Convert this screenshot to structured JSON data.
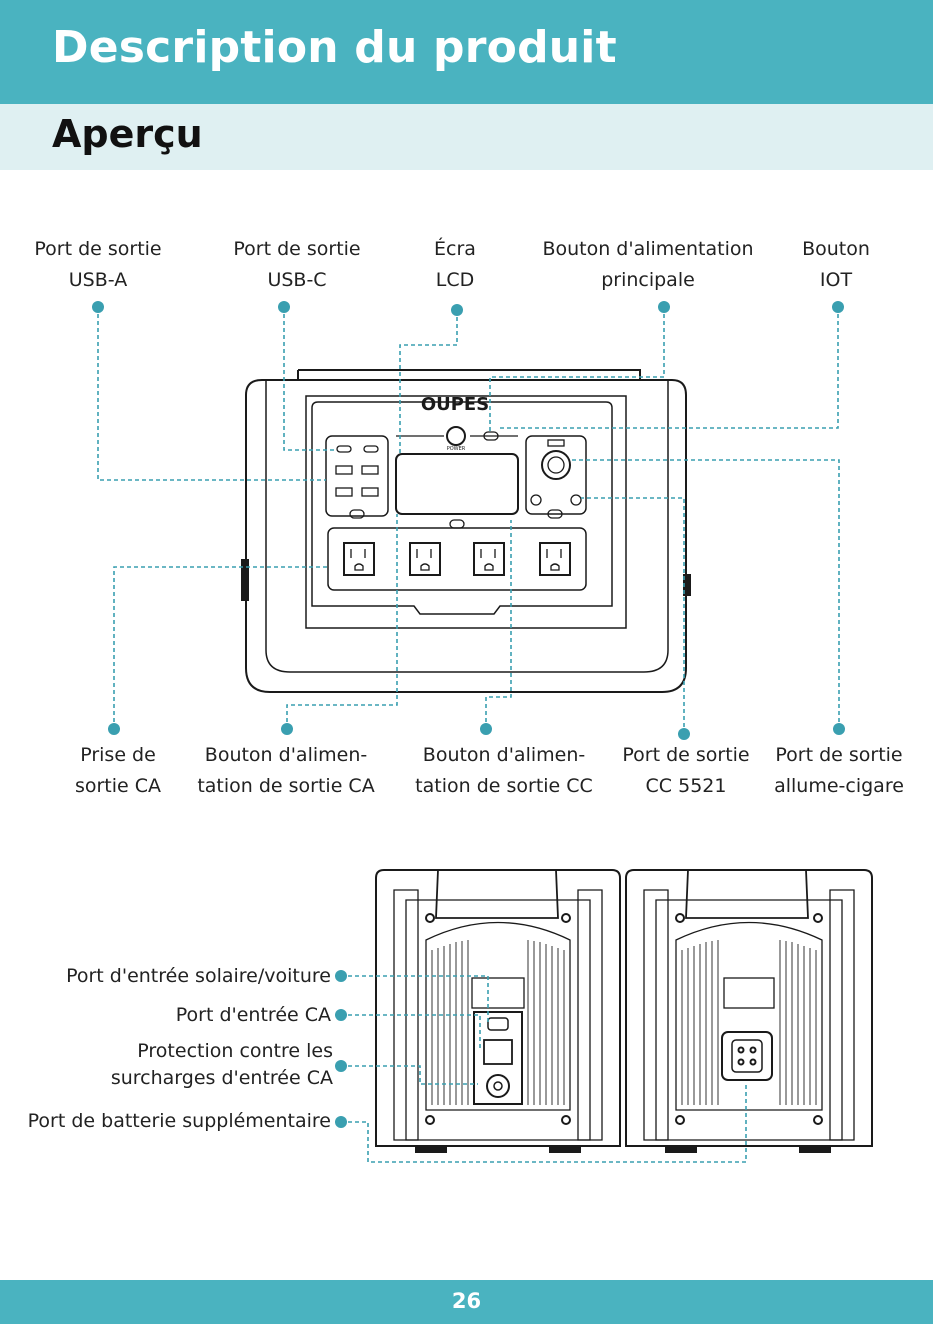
{
  "header": {
    "title": "Description du produit"
  },
  "section": {
    "title": "Aperçu"
  },
  "front": {
    "brand": "OUPES",
    "power_label": "POWER",
    "top_labels": [
      {
        "l1": "Port de sortie",
        "l2": "USB-A"
      },
      {
        "l1": "Port de sortie",
        "l2": "USB-C"
      },
      {
        "l1": "Écra",
        "l2": "LCD"
      },
      {
        "l1": "Bouton d'alimentation",
        "l2": "principale"
      },
      {
        "l1": "Bouton",
        "l2": "IOT"
      }
    ],
    "bottom_labels": [
      {
        "l1": "Prise de",
        "l2": "sortie CA"
      },
      {
        "l1": "Bouton d'alimen-",
        "l2": "tation de sortie CA"
      },
      {
        "l1": "Bouton d'alimen-",
        "l2": "tation de sortie CC"
      },
      {
        "l1": "Port de sortie",
        "l2": "CC 5521"
      },
      {
        "l1": "Port de sortie",
        "l2": "allume-cigare"
      }
    ]
  },
  "back": {
    "labels": [
      {
        "l1": "Port d'entrée solaire/voiture"
      },
      {
        "l1": "Port d'entrée CA"
      },
      {
        "l1": "Protection contre les",
        "l2": "surcharges d'entrée CA"
      },
      {
        "l1": "Port de batterie supplémentaire"
      }
    ]
  },
  "footer": {
    "page_number": "26"
  },
  "colors": {
    "accent": "#4ab3c0",
    "light_band": "#dff0f2",
    "callout": "#3a9fb0"
  }
}
